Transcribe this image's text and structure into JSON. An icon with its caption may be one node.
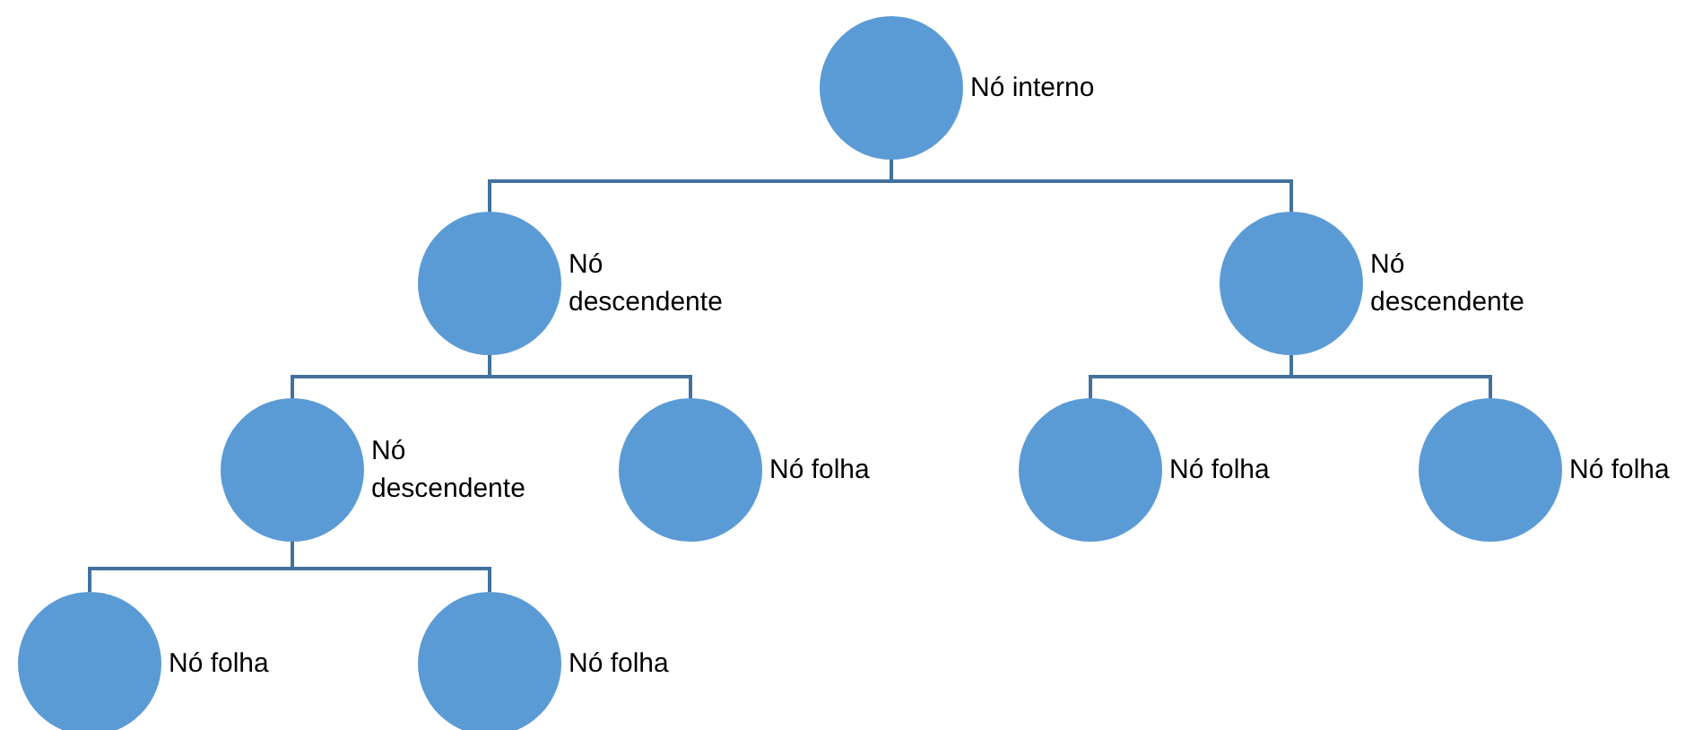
{
  "diagram": {
    "nodes": [
      {
        "text": [
          "Nó interno"
        ]
      },
      {
        "text": [
          "Nó descendente"
        ]
      },
      {
        "text": [
          "Nó descendente"
        ]
      },
      {
        "text": [
          "Nó descendente"
        ]
      },
      {
        "text": [
          "Nó folha"
        ]
      },
      {
        "text": [
          "Nó folha"
        ]
      },
      {
        "text": [
          "Nó folha"
        ]
      },
      {
        "text": [
          "Nó folha"
        ]
      },
      {
        "text": [
          "Nó folha"
        ]
      }
    ],
    "edges": [
      {
        "from": 0,
        "to": 1,
        "arrow": "none"
      },
      {
        "from": 0,
        "to": 2,
        "arrow": "none"
      },
      {
        "from": 1,
        "to": 3,
        "arrow": "none"
      },
      {
        "from": 1,
        "to": 4,
        "arrow": "none"
      },
      {
        "from": 2,
        "to": 5,
        "arrow": "none"
      },
      {
        "from": 2,
        "to": 6,
        "arrow": "none"
      },
      {
        "from": 3,
        "to": 7,
        "arrow": "none"
      },
      {
        "from": 3,
        "to": 8,
        "arrow": "none"
      }
    ]
  }
}
